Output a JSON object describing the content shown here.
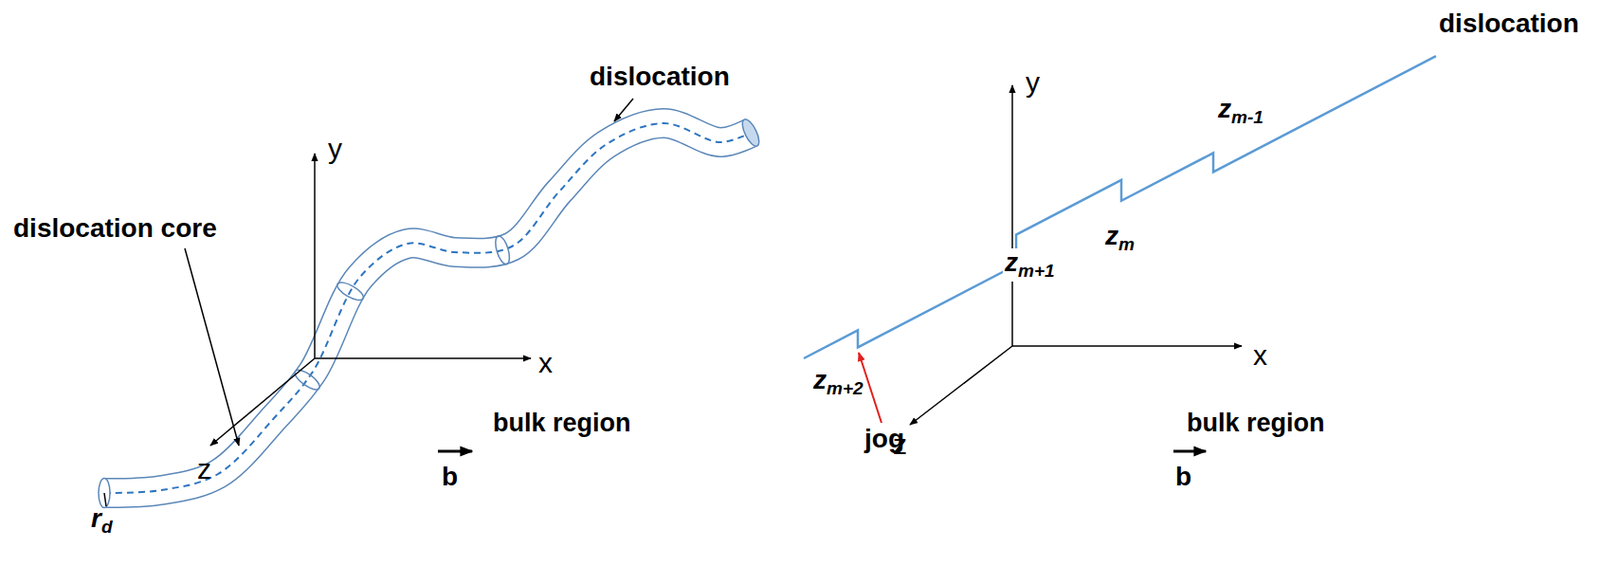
{
  "diagram": {
    "labels": [
      "dislocation",
      "dislocation core",
      "y",
      "x",
      "z",
      "rd",
      "bulk region",
      "b",
      "dislocation",
      "y",
      "zm-1",
      "zm",
      "zm+1",
      "zm+2",
      "jog",
      "x",
      "z",
      "bulk region",
      "b"
    ]
  }
}
